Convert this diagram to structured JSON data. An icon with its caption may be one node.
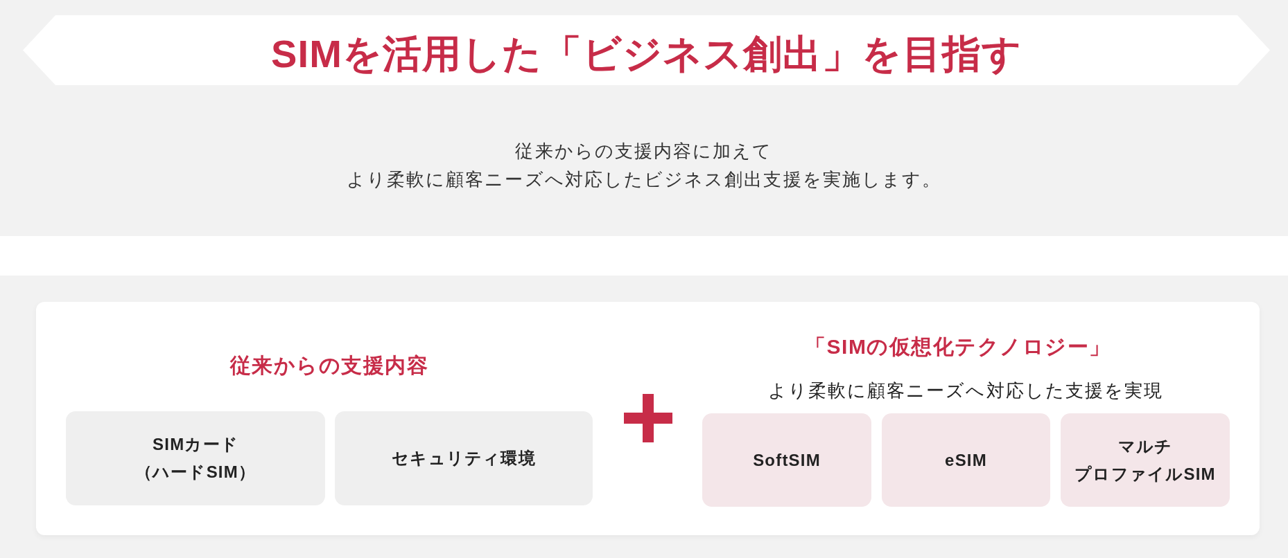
{
  "diagram": {
    "title": "SIMを活用した「ビジネス創出」を目指す",
    "nodes": [
      {
        "text": [
          "従来からの支援内容",
          "「SIMの仮想化テクノロジー」",
          "より柔軟に顧客ニーズへ対応した支援を実現"
        ]
      },
      {
        "text": [
          "SIMカード（ハードSIM）"
        ],
        "in": 0
      },
      {
        "text": [
          "セキュリティ環境"
        ],
        "in": 0
      },
      {
        "text": [
          "SoftSIM"
        ],
        "in": 0
      },
      {
        "text": [
          "eSIM"
        ],
        "in": 0
      },
      {
        "text": [
          "マルチプロファイルSIM"
        ],
        "in": 0
      }
    ],
    "labels": [
      "従来からの支援内容に加えてより柔軟に顧客ニーズへ対応したビジネス創出支援を実施します。"
    ]
  }
}
